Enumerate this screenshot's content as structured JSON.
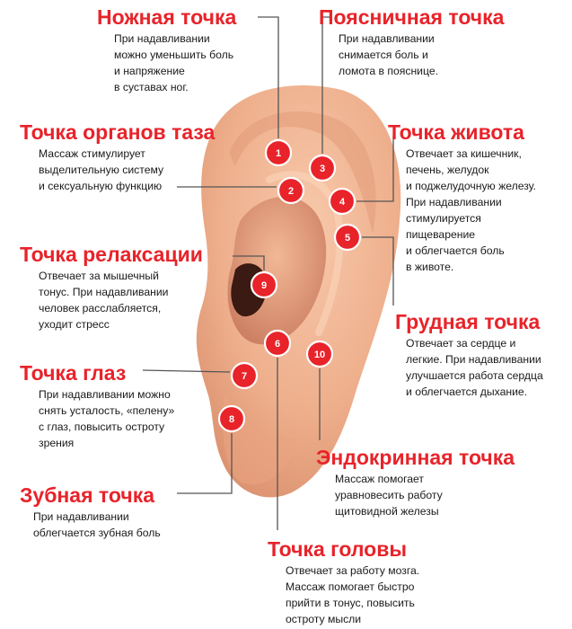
{
  "colors": {
    "accent": "#e8232a",
    "text": "#1a1a1a",
    "skin": "#f0b392",
    "skin_shadow": "#c97a5e",
    "line": "#555555"
  },
  "points": [
    {
      "number": "1",
      "title": "Ножная точка",
      "description": "При надавливании\nможно уменьшить боль\nи напряжение\nв суставах ног."
    },
    {
      "number": "2",
      "title": "Точка органов таза",
      "description": "Массаж стимулирует\nвыделительную систему\nи сексуальную функцию"
    },
    {
      "number": "3",
      "title": "Поясничная точка",
      "description": "При надавливании\nснимается боль и\nломота в пояснице."
    },
    {
      "number": "4",
      "title": "Точка живота",
      "description": "Отвечает за кишечник,\nпечень, желудок\nи поджелудочную железу.\nПри надавливании\nстимулируется\nпищеварение\nи облегчается боль\nв животе."
    },
    {
      "number": "5",
      "title": "",
      "description": ""
    },
    {
      "number": "6",
      "title": "Точка головы",
      "description": "Отвечает за работу мозга.\nМассаж помогает быстро\nприйти в тонус, повысить\nостроту мысли"
    },
    {
      "number": "7",
      "title": "Точка глаз",
      "description": "При надавливании можно\nснять усталость, «пелену»\nс глаз, повысить остроту\nзрения"
    },
    {
      "number": "8",
      "title": "Зубная точка",
      "description": "При надавливании\nоблегчается зубная боль"
    },
    {
      "number": "9",
      "title": "Точка релаксации",
      "description": "Отвечает за мышечный\nтонус. При надавливании\nчеловек расслабляется,\nуходит стресс"
    },
    {
      "number": "10",
      "title": "Эндокринная точка",
      "description": "Массаж помогает\nуравновесить работу\nщитовидной железы"
    }
  ],
  "chest_point": {
    "title": "Грудная точка",
    "description": "Отвечает за сердце и\nлегкие. При надавливании\nулучшается работа сердца\nи облегчается дыхание."
  }
}
